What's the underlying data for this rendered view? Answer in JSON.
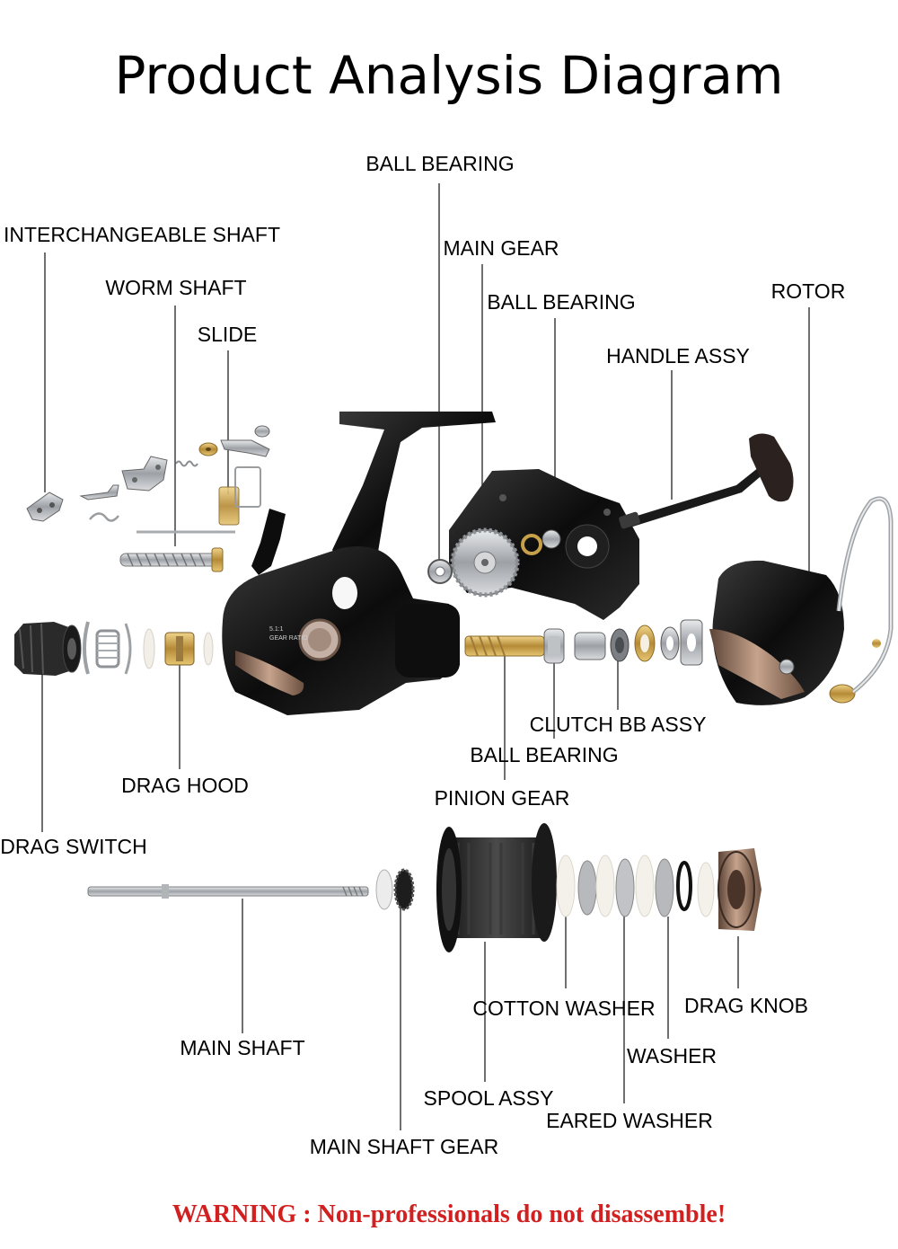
{
  "title": "Product Analysis Diagram",
  "labels": {
    "ball_bearing_top": "BALL BEARING",
    "interchangeable_shaft": "INTERCHANGEABLE SHAFT",
    "main_gear": "MAIN GEAR",
    "worm_shaft": "WORM SHAFT",
    "ball_bearing_mid": "BALL BEARING",
    "rotor": "ROTOR",
    "slide": "SLIDE",
    "handle_assy": "HANDLE ASSY",
    "clutch_bb_assy": "CLUTCH BB ASSY",
    "ball_bearing_low": "BALL BEARING",
    "drag_hood": "DRAG HOOD",
    "pinion_gear": "PINION GEAR",
    "drag_switch": "DRAG SWITCH",
    "cotton_washer": "COTTON WASHER",
    "drag_knob": "DRAG KNOB",
    "main_shaft": "MAIN SHAFT",
    "washer": "WASHER",
    "spool_assy": "SPOOL ASSY",
    "eared_washer": "EARED WASHER",
    "main_shaft_gear": "MAIN SHAFT GEAR"
  },
  "body_print": {
    "ratio": "5.1:1",
    "gear_ratio": "GEAR RATIO"
  },
  "warning": "WARNING : Non-professionals do not disassemble!",
  "colors": {
    "warning": "#d21f1f",
    "reel_body": "#111111",
    "accent_bronze": "#8a6a55",
    "metal": "#b9bcc0",
    "brass": "#c7a04a"
  }
}
